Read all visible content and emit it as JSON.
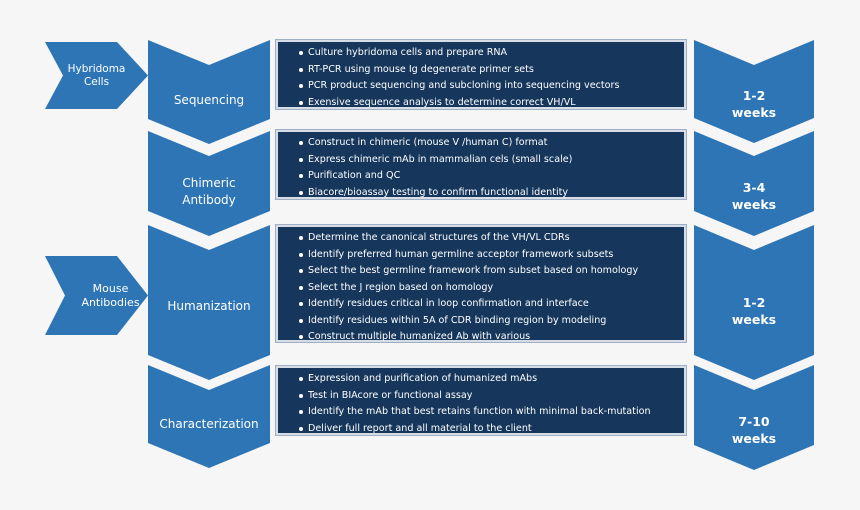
{
  "sources": {
    "hybridoma": "Hybridoma\nCells",
    "mouse": "Mouse\nAntibodies"
  },
  "stages": [
    {
      "title": "Sequencing",
      "bullets": [
        "Culture hybridoma cells and prepare RNA",
        "RT-PCR using mouse Ig degenerate primer sets",
        "PCR product sequencing and subcloning into sequencing vectors",
        "Exensive sequence analysis to determine correct VH/VL"
      ],
      "duration": "1-2\nweeks"
    },
    {
      "title": "Chimeric\nAntibody",
      "bullets": [
        "Construct in chimeric (mouse V /human C) format",
        "Express chimeric mAb in mammalian cels (small scale)",
        "Purification and QC",
        "Biacore/bioassay testing to confirm functional identity"
      ],
      "duration": "3-4\nweeks"
    },
    {
      "title": "Humanization",
      "bullets": [
        "Determine the canonical structures of the VH/VL CDRs",
        "Identify preferred human germline acceptor framework subsets",
        "Select the best germline framework from subset based on homology",
        "Select the J region based on homology",
        "Identify residues critical in loop confirmation and interface",
        "Identify residues within 5A of CDR binding region by modeling",
        "Construct multiple humanized Ab with various"
      ],
      "duration": "1-2\nweeks"
    },
    {
      "title": "Characterization",
      "bullets": [
        "Expression and purification of humanized mAbs",
        "Test in BIAcore or functional assay",
        "Identify the mAb that best retains function with minimal back-mutation",
        "Deliver full report and all material to the client"
      ],
      "duration": "7-10\nweeks"
    }
  ],
  "colors": {
    "arrow": "#2e75b6",
    "box": "#16365c",
    "text": "#ffffff"
  }
}
